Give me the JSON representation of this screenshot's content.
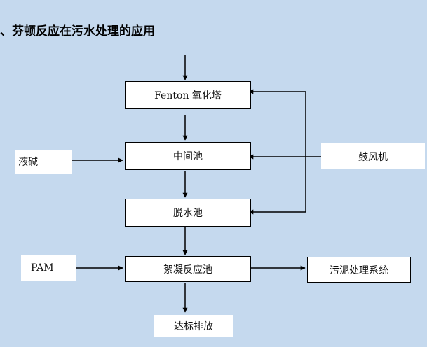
{
  "title": "、芬顿反应在污水处理的应用",
  "nodes": {
    "fenton": "Fenton  氧化塔",
    "middle": "中间池",
    "dewater": "脱水池",
    "floc": "絮凝反应池",
    "discharge": "达标排放",
    "lye": "液碱",
    "blower": "鼓风机",
    "pam": "PAM",
    "sludge": "污泥处理系统"
  },
  "colors": {
    "background": "#c5d9ee",
    "box": "#ffffff",
    "line": "#000000"
  }
}
